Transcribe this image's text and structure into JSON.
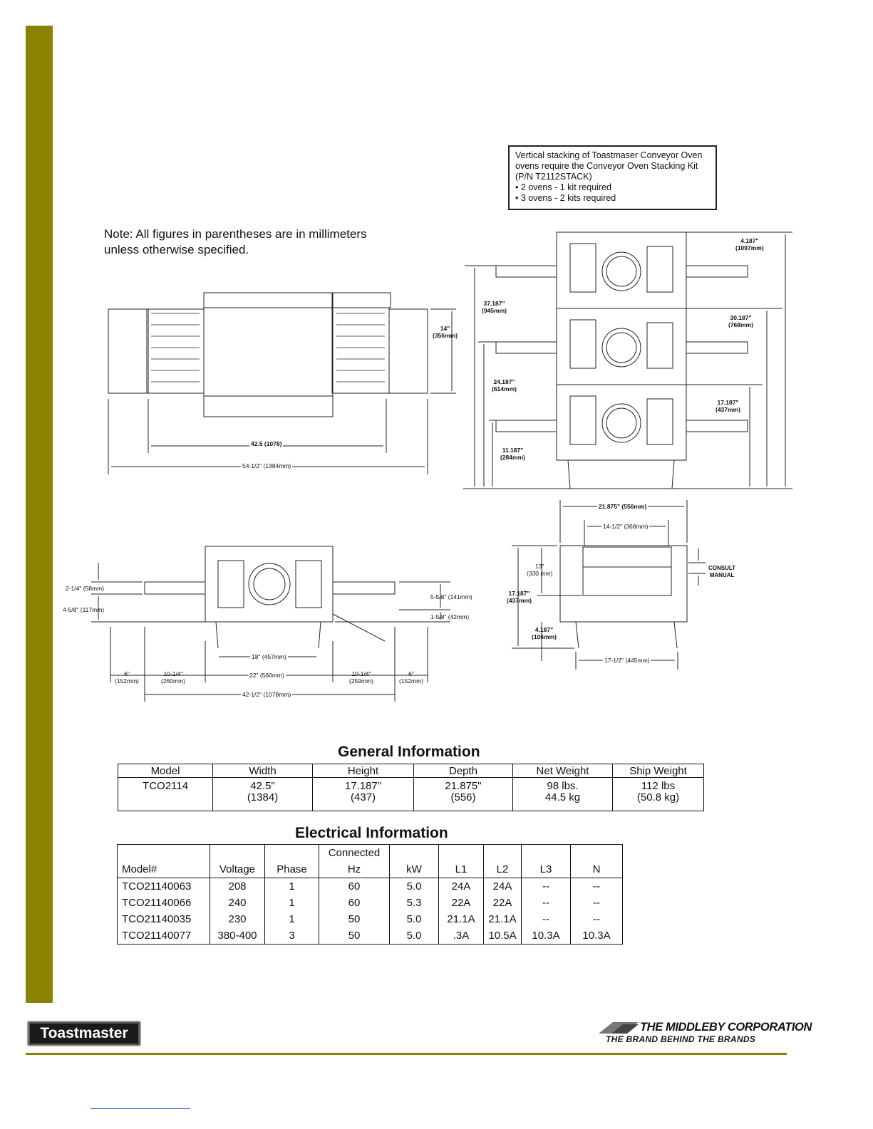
{
  "stack_note": {
    "lines": [
      "Vertical stacking of Toastmaser Conveyor Oven",
      "ovens require the Conveyor Oven Stacking Kit",
      "(P/N T2112STACK)",
      "•  2 ovens - 1 kit required",
      "•  3 ovens - 2 kits required"
    ]
  },
  "mm_note": {
    "line1": "Note:  All figures in parentheses are in millimeters",
    "line2": "unless otherwise specified."
  },
  "top_view": {
    "d1": "14\"",
    "d1mm": "(356mm)",
    "d2": "42.5 (1078)",
    "d3": "54-1/2\" (1384mm)"
  },
  "stack_view": {
    "a1": "37.187\"",
    "a1mm": "(945mm)",
    "a2": "24.187\"",
    "a2mm": "(614mm)",
    "a3": "11.187\"",
    "a3mm": "(284mm)",
    "b1": "4.187\"",
    "b1mm": "(1097mm)",
    "b2": "30.187\"",
    "b2mm": "(768mm)",
    "b3": "17.187\"",
    "b3mm": "(437mm)"
  },
  "front_view": {
    "l1": "2-1/4\" (58mm)",
    "l2": "4-5/8\" (117mm)",
    "r1": "5-5/8\" (141mm)",
    "r2": "1-5/8\" (42mm)",
    "leg": "18\" (457mm)",
    "s1": "6\"",
    "s1mm": "(152mm)",
    "s2": "10-1/4\"",
    "s2mm": "(260mm)",
    "s3": "22\" (560mm)",
    "s4": "10-1/4\"",
    "s4mm": "(259mm)",
    "s5": "6\"",
    "s5mm": "(152mm)",
    "total": "42-1/2\" (1078mm)"
  },
  "side_view": {
    "w": "21.875\" (556mm)",
    "inner": "14-1/2\" (368mm)",
    "h1": "13\"",
    "h1mm": "(330 mm)",
    "h2": "17.187\"",
    "h2mm": "(437mm)",
    "h3": "4.187\"",
    "h3mm": "(106mm)",
    "consult1": "CONSULT",
    "consult2": "MANUAL",
    "legs": "17-1/2\" (445mm)"
  },
  "general": {
    "title": "General Information",
    "headers": [
      "Model",
      "Width",
      "Height",
      "Depth",
      "Net Weight",
      "Ship Weight"
    ],
    "row": [
      {
        "a": "TCO2114",
        "b": ""
      },
      {
        "a": "42.5\"",
        "b": "(1384)"
      },
      {
        "a": "17.187\"",
        "b": "(437)"
      },
      {
        "a": "21.875\"",
        "b": "(556)"
      },
      {
        "a": "98 lbs.",
        "b": "44.5 kg"
      },
      {
        "a": "112 lbs",
        "b": "(50.8 kg)"
      }
    ]
  },
  "electrical": {
    "title": "Electrical Information",
    "headers": [
      "Model#",
      "Voltage",
      "Phase",
      "Connected",
      "Hz",
      "kW",
      "L1",
      "L2",
      "L3",
      "N"
    ],
    "rows": [
      [
        "TCO21140063",
        "208",
        "1",
        "60",
        "5.0",
        "24A",
        "24A",
        "--",
        "--"
      ],
      [
        "TCO21140066",
        "240",
        "1",
        "60",
        "5.3",
        "22A",
        "22A",
        "--",
        "--"
      ],
      [
        "TCO21140035",
        "230",
        "1",
        "50",
        "5.0",
        "21.1A",
        "21.1A",
        "--",
        "--"
      ],
      [
        "TCO21140077",
        "380-400",
        "3",
        "50",
        "5.0",
        ".3A",
        "10.5A",
        "10.3A",
        "10.3A"
      ]
    ]
  },
  "footer": {
    "toastmaster": "Toastmaster",
    "middleby1": "THE MIDDLEBY CORPORATION",
    "middleby2": "THE BRAND BEHIND THE BRANDS"
  },
  "colors": {
    "accent": "#8a8300"
  }
}
